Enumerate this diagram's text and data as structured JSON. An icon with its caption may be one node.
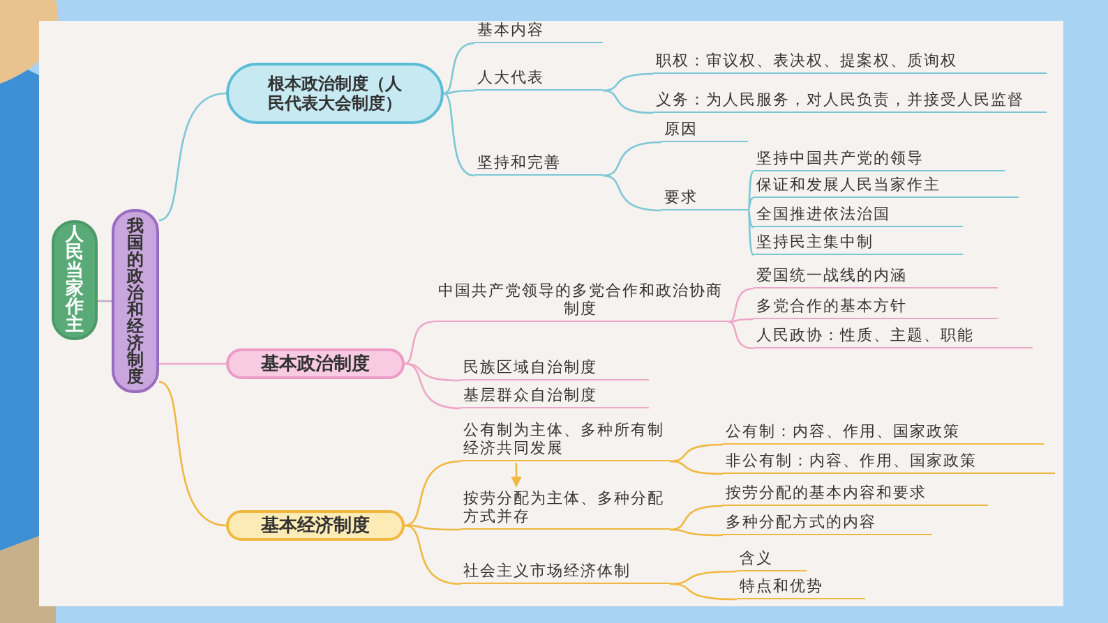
{
  "diagram": {
    "nodes": [
      {
        "text": [
          "人民当家作主"
        ]
      },
      {
        "text": [
          "我国的政治和经济制度"
        ]
      },
      {
        "text": [
          "根本政治制度（人民代表大会制度）"
        ]
      },
      {
        "text": [
          "基本内容"
        ]
      },
      {
        "text": [
          "人大代表"
        ]
      },
      {
        "text": [
          "职权：审议权、表决权、提案权、质询权"
        ]
      },
      {
        "text": [
          "义务：为人民服务，对人民负责，并接受人民监督"
        ]
      },
      {
        "text": [
          "坚持和完善"
        ]
      },
      {
        "text": [
          "原因"
        ]
      },
      {
        "text": [
          "要求"
        ]
      },
      {
        "text": [
          "坚持中国共产党的领导"
        ]
      },
      {
        "text": [
          "保证和发展人民当家作主"
        ]
      },
      {
        "text": [
          "全国推进依法治国"
        ]
      },
      {
        "text": [
          "坚持民主集中制"
        ]
      },
      {
        "text": [
          "基本政治制度"
        ]
      },
      {
        "text": [
          "中国共产党领导的多党合作和政治协商制度"
        ]
      },
      {
        "text": [
          "爱国统一战线的内涵"
        ]
      },
      {
        "text": [
          "多党合作的基本方针"
        ]
      },
      {
        "text": [
          "人民政协：性质、主题、职能"
        ]
      },
      {
        "text": [
          "民族区域自治制度"
        ]
      },
      {
        "text": [
          "基层群众自治制度"
        ]
      },
      {
        "text": [
          "基本经济制度"
        ]
      },
      {
        "text": [
          "公有制为主体、多种所有制经济共同发展"
        ]
      },
      {
        "text": [
          "按劳分配为主体、多种分配方式并存"
        ]
      },
      {
        "text": [
          "社会主义市场经济体制"
        ]
      },
      {
        "text": [
          "公有制：内容、作用、国家政策"
        ]
      },
      {
        "text": [
          "非公有制：内容、作用、国家政策"
        ]
      },
      {
        "text": [
          "按劳分配的基本内容和要求"
        ]
      },
      {
        "text": [
          "多种分配方式的内容"
        ]
      },
      {
        "text": [
          "含义"
        ]
      },
      {
        "text": [
          "特点和优势"
        ]
      }
    ],
    "edges": [
      {
        "from": 0,
        "to": 1,
        "arrow": "none",
        "color": "#c8a8c8"
      },
      {
        "from": 1,
        "to": 2,
        "arrow": "none"
      },
      {
        "from": 1,
        "to": 14,
        "arrow": "none",
        "color": "#eea6c8"
      },
      {
        "from": 1,
        "to": 21,
        "arrow": "none",
        "color": "#f0b840"
      },
      {
        "from": 2,
        "to": 3,
        "arrow": "none"
      },
      {
        "from": 2,
        "to": 4,
        "arrow": "none"
      },
      {
        "from": 2,
        "to": 7,
        "arrow": "none"
      },
      {
        "from": 4,
        "to": 5,
        "arrow": "none"
      },
      {
        "from": 4,
        "to": 6,
        "arrow": "none"
      },
      {
        "from": 7,
        "to": 8,
        "arrow": "none"
      },
      {
        "from": 7,
        "to": 9,
        "arrow": "none"
      },
      {
        "from": 9,
        "to": 10,
        "arrow": "none"
      },
      {
        "from": 9,
        "to": 11,
        "arrow": "none"
      },
      {
        "from": 9,
        "to": 12,
        "arrow": "none"
      },
      {
        "from": 9,
        "to": 13,
        "arrow": "none"
      },
      {
        "from": 14,
        "to": 15,
        "arrow": "none",
        "color": "#eea6c8"
      },
      {
        "from": 14,
        "to": 19,
        "arrow": "none",
        "color": "#eea6c8"
      },
      {
        "from": 14,
        "to": 20,
        "arrow": "none",
        "color": "#eea6c8"
      },
      {
        "from": 15,
        "to": 16,
        "arrow": "none",
        "color": "#eea6c8"
      },
      {
        "from": 15,
        "to": 17,
        "arrow": "none",
        "color": "#eea6c8"
      },
      {
        "from": 15,
        "to": 18,
        "arrow": "none",
        "color": "#eea6c8"
      },
      {
        "from": 21,
        "to": 22,
        "arrow": "none",
        "color": "#f0b840"
      },
      {
        "from": 21,
        "to": 23,
        "arrow": "none",
        "color": "#f0b840"
      },
      {
        "from": 21,
        "to": 24,
        "arrow": "none",
        "color": "#f0b840"
      },
      {
        "from": 22,
        "to": 25,
        "arrow": "none",
        "color": "#f0b840"
      },
      {
        "from": 22,
        "to": 26,
        "arrow": "none",
        "color": "#f0b840"
      },
      {
        "from": 23,
        "to": 27,
        "arrow": "none",
        "color": "#f0b840"
      },
      {
        "from": 23,
        "to": 28,
        "arrow": "none",
        "color": "#f0b840"
      },
      {
        "from": 24,
        "to": 29,
        "arrow": "none",
        "color": "#f0b840"
      },
      {
        "from": 24,
        "to": 30,
        "arrow": "none",
        "color": "#f0b840"
      },
      {
        "from": 22,
        "to": 23,
        "arrow": "to",
        "color": "#f0b840"
      }
    ]
  }
}
